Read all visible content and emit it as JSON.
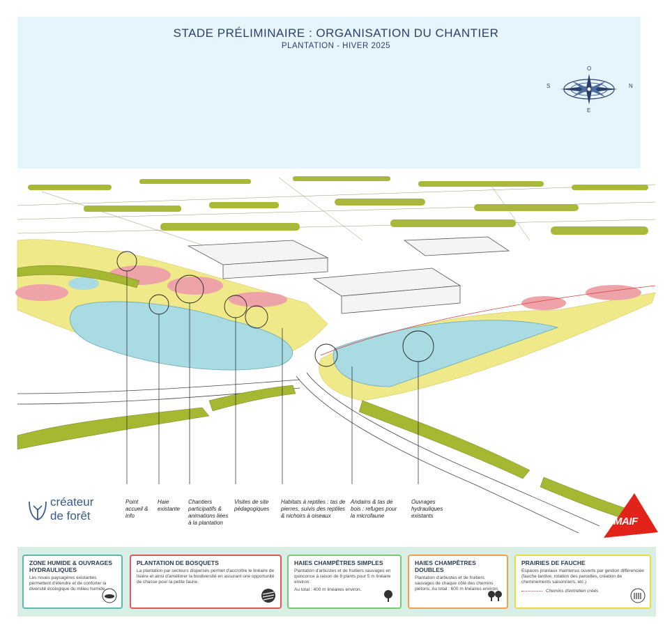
{
  "header": {
    "title": "STADE PRÉLIMINAIRE : ORGANISATION DU CHANTIER",
    "subtitle": "PLANTATION - HIVER 2025"
  },
  "compass": {
    "north": "N",
    "south": "S",
    "east": "E",
    "west": "O",
    "icon": "compass-rose-icon"
  },
  "callouts": [
    "Point accueil & info",
    "Haie existante",
    "Chantiers participatifs & animations liées à la plantation",
    "Visites de site pédagogiques",
    "Habitats à reptiles : tas de pierres, suivis des reptiles & nichoirs à oiseaux",
    "Andains & tas de bois : refuges pour la microfaune",
    "Ouvrages hydrauliques existants"
  ],
  "logos": {
    "createur_line1": "créateur",
    "createur_line2": "de forêt",
    "maif": "MAIF"
  },
  "legend": [
    {
      "title": "ZONE HUMIDE & OUVRAGES HYDRAULIQUES",
      "text": "Les noues paysagères existantes permettent d'étendre et de conforter la diversité écologique du milieu humide.",
      "color": "#5bb7a8"
    },
    {
      "title": "PLANTATION DE BOSQUETS",
      "text": "La plantation par secteurs dispersés permet d'accroître le linéaire de lisière et ainsi d'améliorer la biodiversité en assurant une opportunité de chasse pour la petite faune.",
      "color": "#e0565b"
    },
    {
      "title": "HAIES CHAMPÊTRES SIMPLES",
      "text": "Plantation d'arbustes et de fruitiers sauvages en quinconce à raison de 8 plants pour 5 m linéaire environ.",
      "text2": "Au total : 400 m linéaires environ.",
      "color": "#7cc576"
    },
    {
      "title": "HAIES CHAMPÊTRES DOUBLES",
      "text": "Plantation d'arbustes et de fruitiers sauvages de chaque côté des chemins piétons. Au total : 600 m linéaires environ.",
      "color": "#f0a04b"
    },
    {
      "title": "PRAIRIES DE FAUCHE",
      "text": "Espaces prairiaux maintenus ouverts par gestion différenciée (fauche tardive, rotation des parcelles, création de cheminements saisonniers, etc.)",
      "text2": "Chemins d'entretien créés",
      "color": "#e6de3c"
    }
  ],
  "colors": {
    "sky": "#e6f5fb",
    "water": "#a9dbe3",
    "meadow": "#efe98a",
    "grove": "#eea3a8",
    "tree": "#9bb332"
  }
}
